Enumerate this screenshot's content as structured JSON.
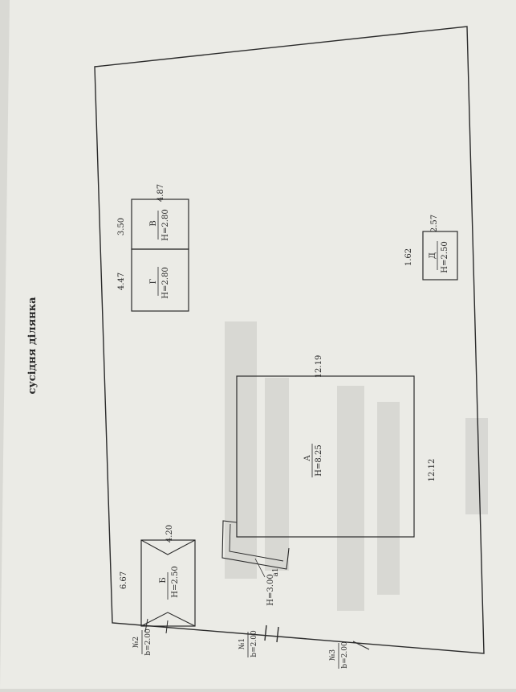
{
  "neighbor_label": "сусідня ділянка",
  "buildings": {
    "A": {
      "name": "А",
      "height": "Н=8.25",
      "dim_top": "12.19",
      "dim_right": "12.12"
    },
    "a1": {
      "name": "а1",
      "height": "Н=3.00"
    },
    "B": {
      "name": "Б",
      "height": "Н=2.50",
      "dim_top": "4.20",
      "dim_left": "6.67"
    },
    "V": {
      "name": "В",
      "height": "Н=2.80",
      "dim_side": "3.50"
    },
    "G": {
      "name": "Г",
      "height": "Н=2.80",
      "dim_side": "4.47"
    },
    "shared": {
      "dim_top": "4.87"
    },
    "D": {
      "name": "Д",
      "height": "Н=2.50",
      "dim_top": "2.57",
      "dim_left": "1.62"
    }
  },
  "gates": [
    {
      "name": "№2",
      "width": "b=2.00"
    },
    {
      "name": "№1",
      "width": "b=2.00"
    },
    {
      "name": "№3",
      "width": "b=2.00"
    }
  ],
  "colors": {
    "paper": "#ebebe6",
    "ink": "#2b2b2b",
    "background": "#d9d9d4"
  }
}
